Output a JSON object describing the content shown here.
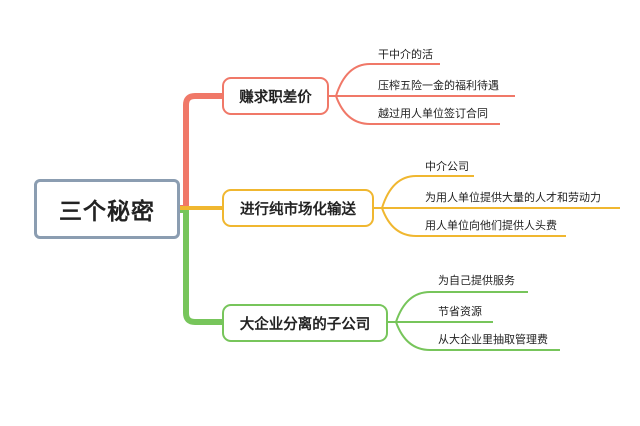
{
  "root": {
    "label": "三个秘密"
  },
  "colors": {
    "root_border": "#8b9db1",
    "branch_1": "#f07868",
    "branch_2": "#f0b730",
    "branch_3": "#77c55b"
  },
  "branches": [
    {
      "label": "赚求职差价",
      "color": "#f07868",
      "leaves": [
        "干中介的活",
        "压榨五险一金的福利待遇",
        "越过用人单位签订合同"
      ]
    },
    {
      "label": "进行纯市场化输送",
      "color": "#f0b730",
      "leaves": [
        "中介公司",
        "为用人单位提供大量的人才和劳动力",
        "用人单位向他们提供人头费"
      ]
    },
    {
      "label": "大企业分离的子公司",
      "color": "#77c55b",
      "leaves": [
        "为自己提供服务",
        "节省资源",
        "从大企业里抽取管理费"
      ]
    }
  ]
}
